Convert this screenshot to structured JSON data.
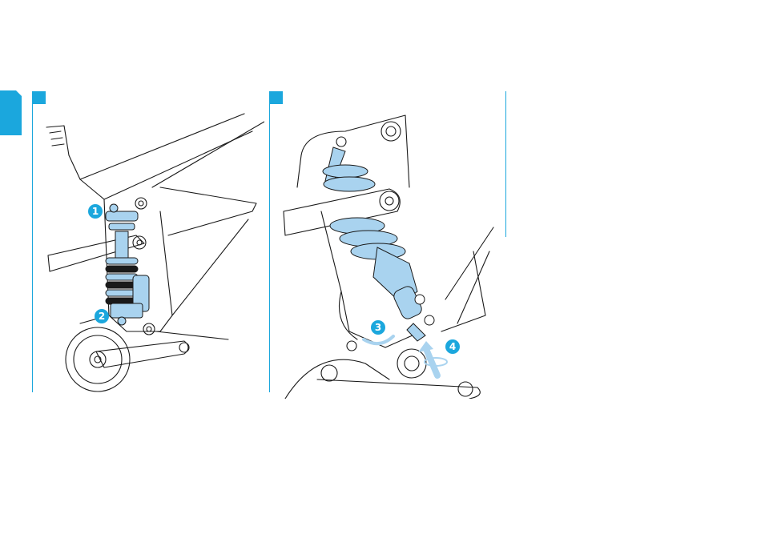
{
  "colors": {
    "accent": "#1ba7dd",
    "part_fill": "#a9d3ef",
    "line": "#1a1a1a"
  },
  "panels": [
    {
      "callouts": [
        {
          "label": "1"
        },
        {
          "label": "2"
        }
      ]
    },
    {
      "callouts": [
        {
          "label": "3"
        },
        {
          "label": "4"
        }
      ]
    }
  ]
}
